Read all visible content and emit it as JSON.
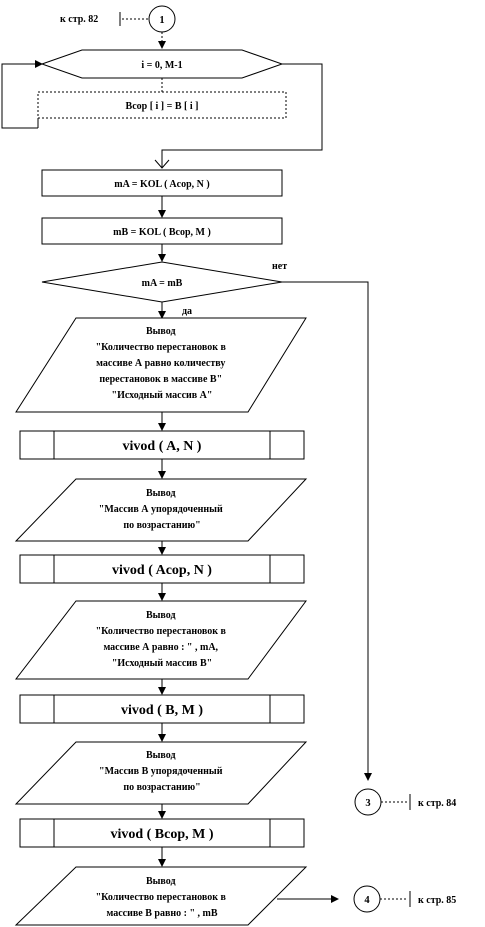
{
  "connectors": {
    "c1": {
      "number": "1",
      "ref": "к стр. 82"
    },
    "c3": {
      "number": "3",
      "ref": "к стр. 84"
    },
    "c4": {
      "number": "4",
      "ref": "к стр. 85"
    }
  },
  "loop": {
    "label": "i = 0, M-1",
    "body": "Bcop [ i ] = B [ i ]"
  },
  "process": {
    "p1": "mA = KOL  ( Acop, N )",
    "p2": "mB = KOL  ( Bcop, M )"
  },
  "decision": {
    "label": "mA = mB",
    "yes": "да",
    "no": "нет"
  },
  "outputs": {
    "o1": [
      "Вывод",
      "\"Количество перестановок в",
      "массиве А равно количеству",
      "перестановок в массиве В\"",
      "\"Исходный  массив А\""
    ],
    "o2": [
      "Вывод",
      "\"Массив А упорядоченный",
      "по возрастанию\""
    ],
    "o3": [
      "Вывод",
      "\"Количество перестановок в",
      "массиве А равно : \" , mA,",
      "\"Исходный  массив В\""
    ],
    "o4": [
      "Вывод",
      "\"Массив В упорядоченный",
      "по возрастанию\""
    ],
    "o5": [
      "Вывод",
      "\"Количество перестановок в",
      "массиве В равно : \" , mB"
    ]
  },
  "subroutines": {
    "s1": "vivod  ( A, N )",
    "s2": "vivod  ( Acop, N )",
    "s3": "vivod  ( B, M )",
    "s4": "vivod  ( Bcop, M )"
  }
}
